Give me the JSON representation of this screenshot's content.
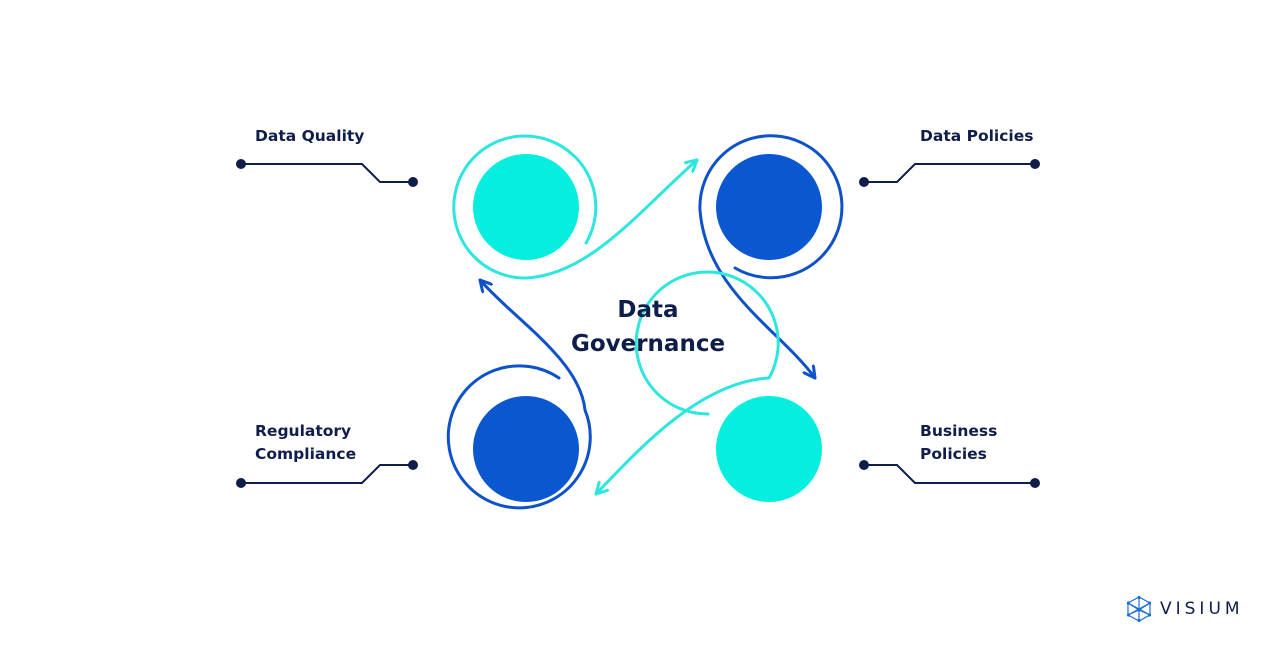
{
  "center_title": {
    "line1": "Data",
    "line2": "Governance"
  },
  "labels": {
    "data_quality": "Data Quality",
    "data_policies": "Data Policies",
    "regulatory_compliance": {
      "line1": "Regulatory",
      "line2": "Compliance"
    },
    "business_policies": {
      "line1": "Business",
      "line2": "Policies"
    }
  },
  "logo": {
    "text": "VISIUM",
    "icon": "network-polyhedron-icon"
  },
  "colors": {
    "navy": "#0f1d4a",
    "cyan": "#05eee0",
    "cyan_ring": "#2de6de",
    "blue": "#0a57d0",
    "blue_ring": "#0d52c9"
  }
}
